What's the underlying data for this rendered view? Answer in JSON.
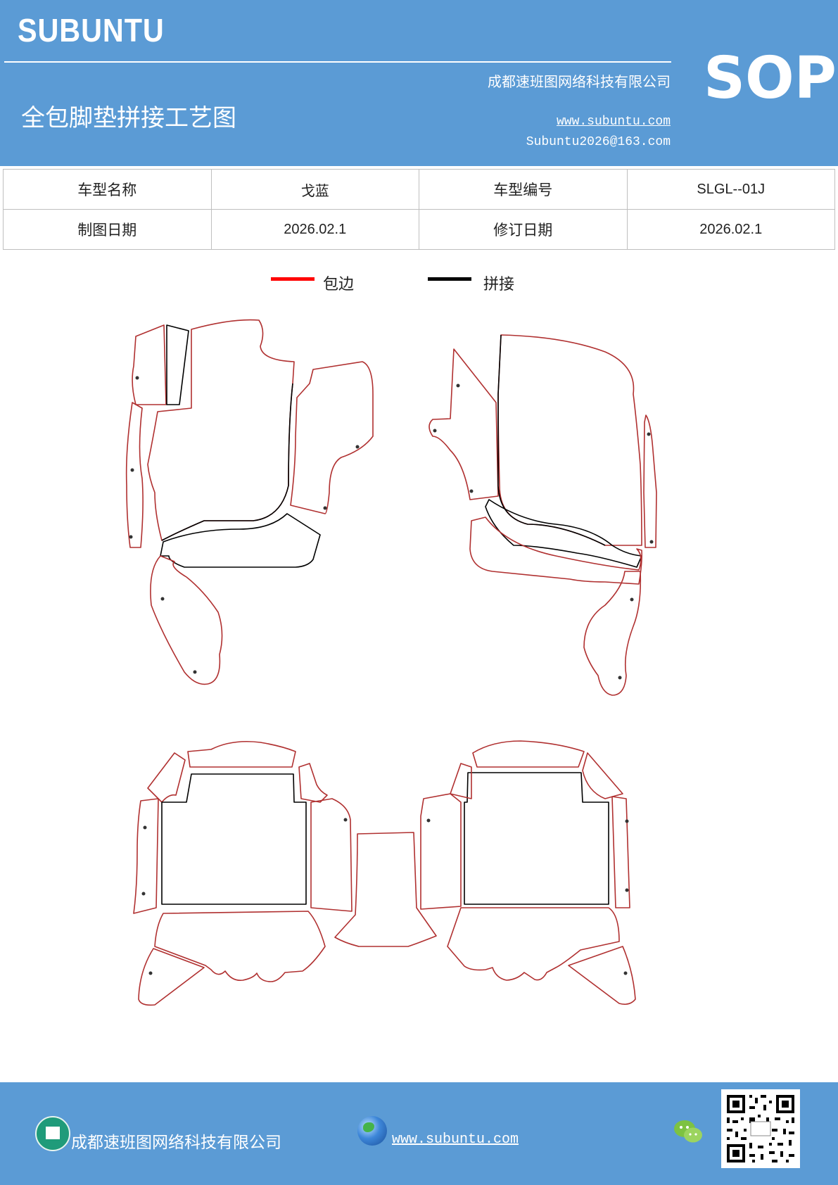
{
  "header": {
    "brand": "SUBUNTU",
    "company": "成都速班图网络科技有限公司",
    "website": "www.subuntu.com",
    "email": "Subuntu2026@163.com",
    "title": "全包脚垫拼接工艺图",
    "badge": "SOP"
  },
  "info_table": {
    "rows": [
      [
        "车型名称",
        "戈蓝",
        "车型编号",
        "SLGL--01J"
      ],
      [
        "制图日期",
        "2026.02.1",
        "修订日期",
        "2026.02.1"
      ]
    ]
  },
  "legend": {
    "items": [
      {
        "label": "包边",
        "color": "#ff0000"
      },
      {
        "label": "拼接",
        "color": "#000000"
      }
    ]
  },
  "colors": {
    "banner": "#5b9bd5",
    "edge_line": "#b03030",
    "seam_line": "#000000"
  },
  "footer": {
    "company": "成都速班图网络科技有限公司",
    "website": "www.subuntu.com",
    "icons": [
      "building-icon",
      "globe-icon",
      "wechat-icon",
      "qr-code"
    ]
  }
}
